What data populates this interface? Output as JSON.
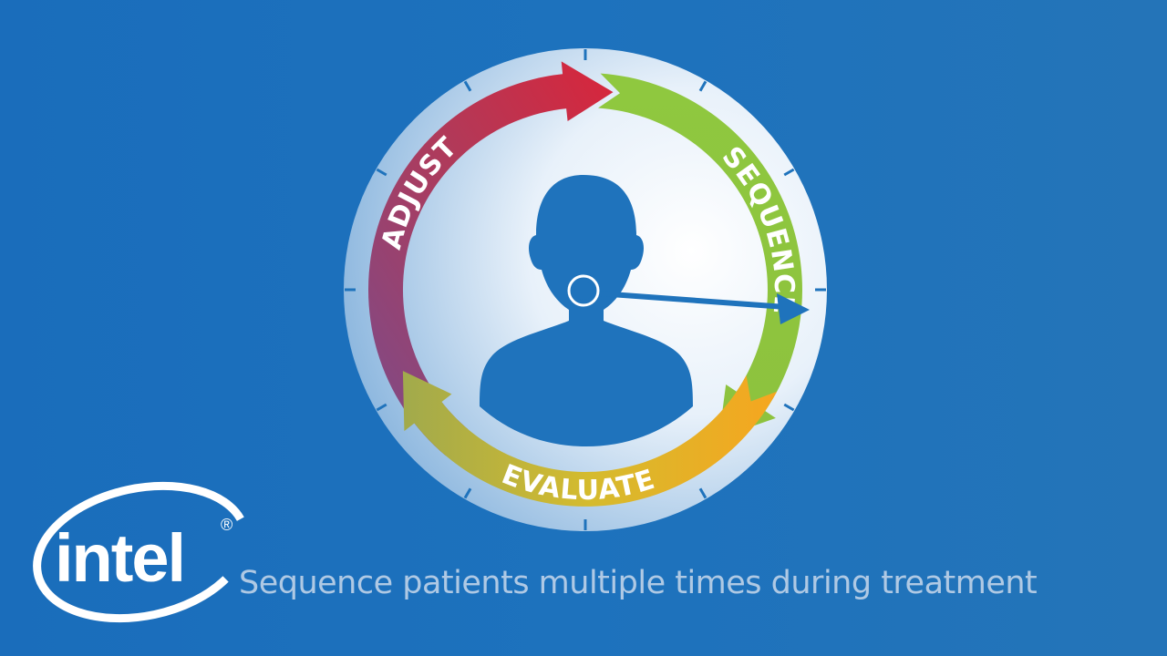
{
  "cycle": {
    "steps": [
      {
        "label": "ADJUST",
        "color_start": "#7d4a8a",
        "color_end": "#d32a36"
      },
      {
        "label": "SEQUENCE",
        "color_start": "#8cc63f",
        "color_end": "#8cc63f"
      },
      {
        "label": "EVALUATE",
        "color_start": "#a8b44a",
        "color_end": "#f5a623"
      }
    ],
    "accent": "#1f73bc"
  },
  "caption": {
    "text": "Sequence patients multiple times during treatment",
    "ghost_text": ""
  },
  "logo": {
    "text": "intel",
    "mark": "®"
  },
  "icons": {
    "person": "person-silhouette-icon",
    "hand": "clock-hand-icon"
  }
}
